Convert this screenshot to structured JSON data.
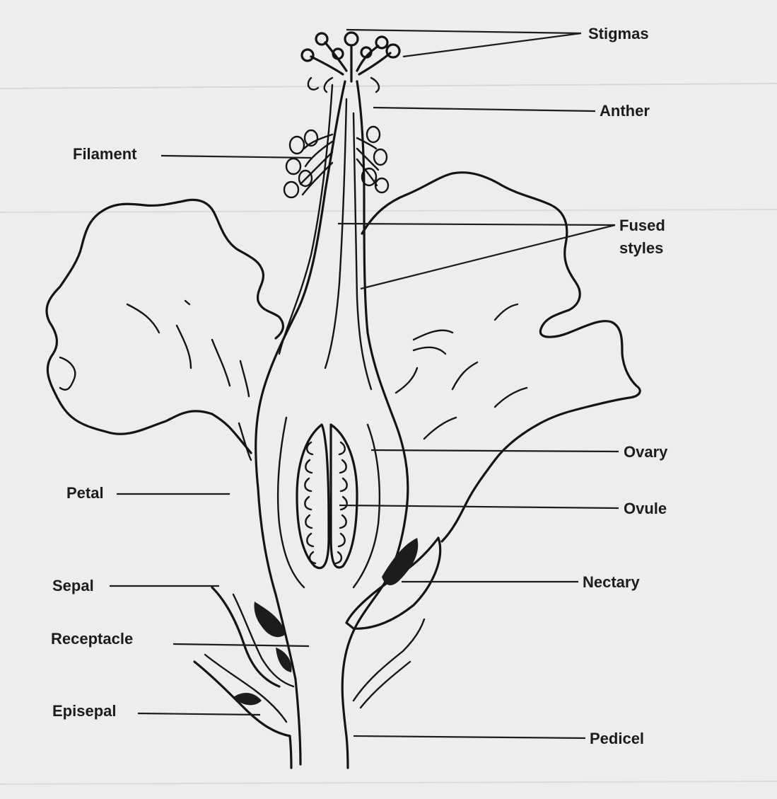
{
  "labels": {
    "stigmas": "Stigmas",
    "anther": "Anther",
    "filament": "Filament",
    "fused_styles_1": "Fused",
    "fused_styles_2": "styles",
    "ovary": "Ovary",
    "ovule": "Ovule",
    "petal": "Petal",
    "nectary": "Nectary",
    "sepal": "Sepal",
    "receptacle": "Receptacle",
    "episepal": "Episepal",
    "pedicel": "Pedicel"
  },
  "colors": {
    "ink": "#141414",
    "paper": "#ededed",
    "bleed_text": "#9a9a9a"
  }
}
